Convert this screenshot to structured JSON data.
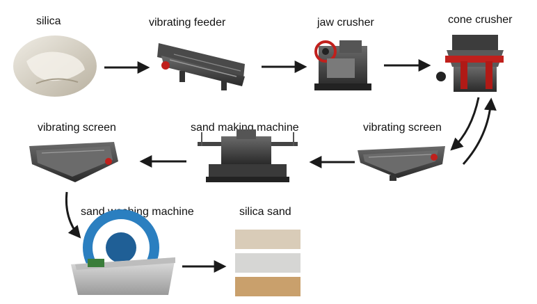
{
  "stages": [
    {
      "id": "silica",
      "label": "silica"
    },
    {
      "id": "vibrating-feeder",
      "label": "vibrating feeder"
    },
    {
      "id": "jaw-crusher",
      "label": "jaw crusher"
    },
    {
      "id": "cone-crusher",
      "label": "cone crusher"
    },
    {
      "id": "vibrating-screen-right",
      "label": "vibrating screen"
    },
    {
      "id": "sand-making-machine",
      "label": "sand making machine"
    },
    {
      "id": "vibrating-screen-left",
      "label": "vibrating screen"
    },
    {
      "id": "sand-washing-machine",
      "label": "sand washing machine"
    },
    {
      "id": "silica-sand",
      "label": "silica sand"
    }
  ],
  "colors": {
    "arrow": "#1a1a1a",
    "machine_dark": "#3a3a3a",
    "accent_red": "#c0201c",
    "washer_blue": "#2b7fc0",
    "rock": "#d8d2c4"
  }
}
